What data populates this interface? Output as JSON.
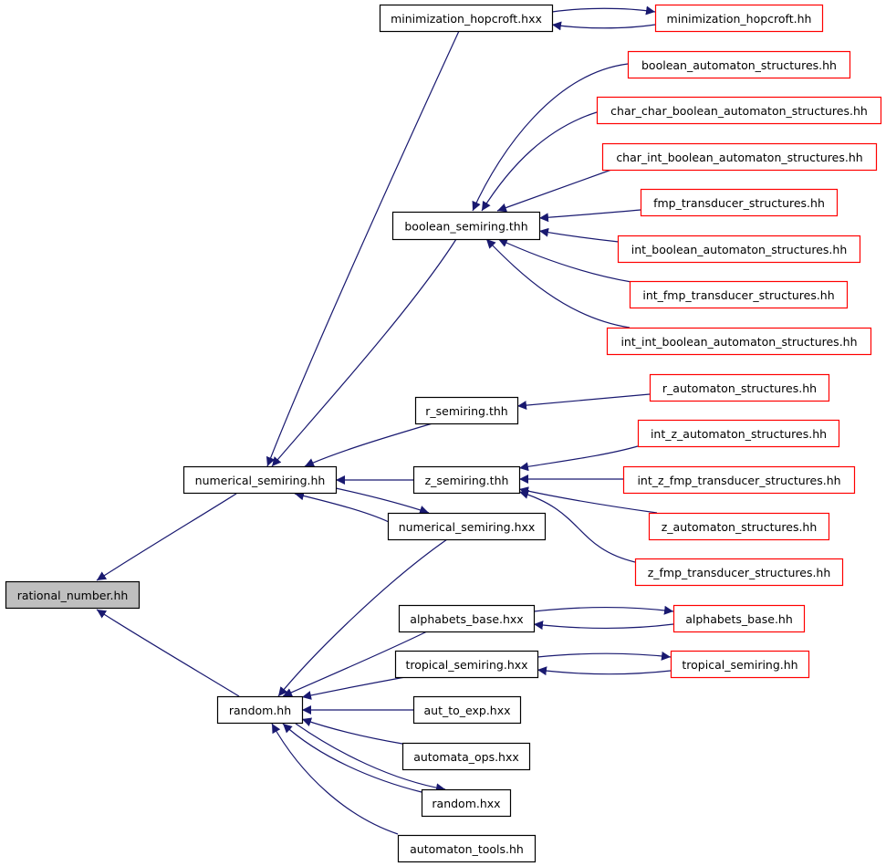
{
  "colors": {
    "edge": "#191970",
    "black_border": "#000000",
    "red_border": "#ff0000",
    "focus_fill": "#bfbfbf"
  },
  "nodes": [
    {
      "id": "rational_number_hh",
      "label": "rational_number.hh",
      "style": "focus"
    },
    {
      "id": "numerical_semiring_hh",
      "label": "numerical_semiring.hh",
      "style": "black"
    },
    {
      "id": "random_hh",
      "label": "random.hh",
      "style": "black"
    },
    {
      "id": "minimization_hopcroft_hxx",
      "label": "minimization_hopcroft.hxx",
      "style": "black"
    },
    {
      "id": "minimization_hopcroft_hh",
      "label": "minimization_hopcroft.hh",
      "style": "red"
    },
    {
      "id": "boolean_semiring_thh",
      "label": "boolean_semiring.thh",
      "style": "black"
    },
    {
      "id": "boolean_automaton_structures_hh",
      "label": "boolean_automaton_structures.hh",
      "style": "red"
    },
    {
      "id": "char_char_boolean_automaton_structures_hh",
      "label": "char_char_boolean_automaton_structures.hh",
      "style": "red"
    },
    {
      "id": "char_int_boolean_automaton_structures_hh",
      "label": "char_int_boolean_automaton_structures.hh",
      "style": "red"
    },
    {
      "id": "fmp_transducer_structures_hh",
      "label": "fmp_transducer_structures.hh",
      "style": "red"
    },
    {
      "id": "int_boolean_automaton_structures_hh",
      "label": "int_boolean_automaton_structures.hh",
      "style": "red"
    },
    {
      "id": "int_fmp_transducer_structures_hh",
      "label": "int_fmp_transducer_structures.hh",
      "style": "red"
    },
    {
      "id": "int_int_boolean_automaton_structures_hh",
      "label": "int_int_boolean_automaton_structures.hh",
      "style": "red"
    },
    {
      "id": "r_semiring_thh",
      "label": "r_semiring.thh",
      "style": "black"
    },
    {
      "id": "r_automaton_structures_hh",
      "label": "r_automaton_structures.hh",
      "style": "red"
    },
    {
      "id": "z_semiring_thh",
      "label": "z_semiring.thh",
      "style": "black"
    },
    {
      "id": "int_z_automaton_structures_hh",
      "label": "int_z_automaton_structures.hh",
      "style": "red"
    },
    {
      "id": "int_z_fmp_transducer_structures_hh",
      "label": "int_z_fmp_transducer_structures.hh",
      "style": "red"
    },
    {
      "id": "z_automaton_structures_hh",
      "label": "z_automaton_structures.hh",
      "style": "red"
    },
    {
      "id": "z_fmp_transducer_structures_hh",
      "label": "z_fmp_transducer_structures.hh",
      "style": "red"
    },
    {
      "id": "numerical_semiring_hxx",
      "label": "numerical_semiring.hxx",
      "style": "black"
    },
    {
      "id": "alphabets_base_hxx",
      "label": "alphabets_base.hxx",
      "style": "black"
    },
    {
      "id": "alphabets_base_hh",
      "label": "alphabets_base.hh",
      "style": "red"
    },
    {
      "id": "tropical_semiring_hxx",
      "label": "tropical_semiring.hxx",
      "style": "black"
    },
    {
      "id": "tropical_semiring_hh",
      "label": "tropical_semiring.hh",
      "style": "red"
    },
    {
      "id": "aut_to_exp_hxx",
      "label": "aut_to_exp.hxx",
      "style": "black"
    },
    {
      "id": "automata_ops_hxx",
      "label": "automata_ops.hxx",
      "style": "black"
    },
    {
      "id": "random_hxx",
      "label": "random.hxx",
      "style": "black"
    },
    {
      "id": "automaton_tools_hh",
      "label": "automaton_tools.hh",
      "style": "black"
    }
  ],
  "edges": [
    {
      "from": "numerical_semiring_hh",
      "to": "rational_number_hh"
    },
    {
      "from": "random_hh",
      "to": "rational_number_hh"
    },
    {
      "from": "minimization_hopcroft_hxx",
      "to": "numerical_semiring_hh"
    },
    {
      "from": "boolean_semiring_thh",
      "to": "numerical_semiring_hh"
    },
    {
      "from": "r_semiring_thh",
      "to": "numerical_semiring_hh"
    },
    {
      "from": "z_semiring_thh",
      "to": "numerical_semiring_hh"
    },
    {
      "from": "numerical_semiring_hxx",
      "to": "numerical_semiring_hh"
    },
    {
      "from": "numerical_semiring_hh",
      "to": "numerical_semiring_hxx"
    },
    {
      "from": "minimization_hopcroft_hxx",
      "to": "minimization_hopcroft_hh"
    },
    {
      "from": "minimization_hopcroft_hh",
      "to": "minimization_hopcroft_hxx"
    },
    {
      "from": "boolean_automaton_structures_hh",
      "to": "boolean_semiring_thh"
    },
    {
      "from": "char_char_boolean_automaton_structures_hh",
      "to": "boolean_semiring_thh"
    },
    {
      "from": "char_int_boolean_automaton_structures_hh",
      "to": "boolean_semiring_thh"
    },
    {
      "from": "fmp_transducer_structures_hh",
      "to": "boolean_semiring_thh"
    },
    {
      "from": "int_boolean_automaton_structures_hh",
      "to": "boolean_semiring_thh"
    },
    {
      "from": "int_fmp_transducer_structures_hh",
      "to": "boolean_semiring_thh"
    },
    {
      "from": "int_int_boolean_automaton_structures_hh",
      "to": "boolean_semiring_thh"
    },
    {
      "from": "r_automaton_structures_hh",
      "to": "r_semiring_thh"
    },
    {
      "from": "int_z_automaton_structures_hh",
      "to": "z_semiring_thh"
    },
    {
      "from": "int_z_fmp_transducer_structures_hh",
      "to": "z_semiring_thh"
    },
    {
      "from": "z_automaton_structures_hh",
      "to": "z_semiring_thh"
    },
    {
      "from": "z_fmp_transducer_structures_hh",
      "to": "z_semiring_thh"
    },
    {
      "from": "numerical_semiring_hxx",
      "to": "random_hh"
    },
    {
      "from": "alphabets_base_hxx",
      "to": "random_hh"
    },
    {
      "from": "tropical_semiring_hxx",
      "to": "random_hh"
    },
    {
      "from": "aut_to_exp_hxx",
      "to": "random_hh"
    },
    {
      "from": "automata_ops_hxx",
      "to": "random_hh"
    },
    {
      "from": "random_hxx",
      "to": "random_hh"
    },
    {
      "from": "random_hh",
      "to": "random_hxx"
    },
    {
      "from": "automaton_tools_hh",
      "to": "random_hh"
    },
    {
      "from": "alphabets_base_hxx",
      "to": "alphabets_base_hh"
    },
    {
      "from": "alphabets_base_hh",
      "to": "alphabets_base_hxx"
    },
    {
      "from": "tropical_semiring_hxx",
      "to": "tropical_semiring_hh"
    },
    {
      "from": "tropical_semiring_hh",
      "to": "tropical_semiring_hxx"
    }
  ]
}
